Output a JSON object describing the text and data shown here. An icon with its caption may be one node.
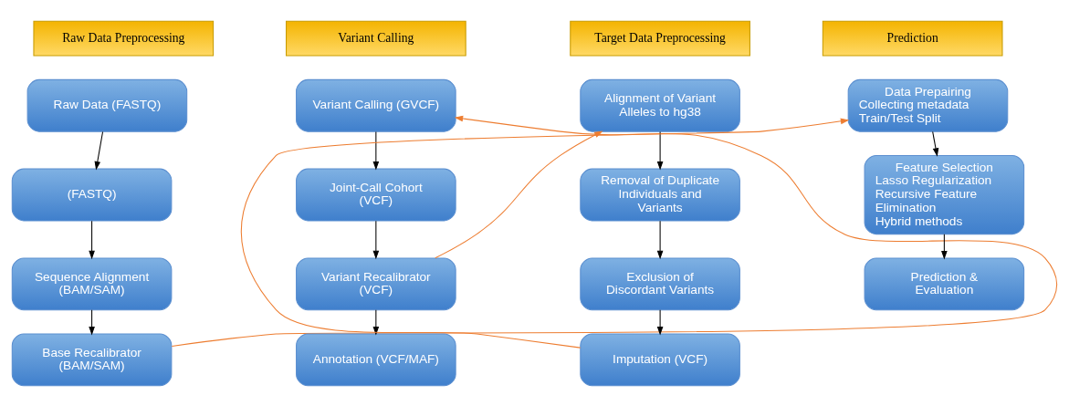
{
  "diagram": {
    "nodes": [
      {
        "text": [
          "Raw Data Preprocessing"
        ]
      },
      {
        "text": [
          "Variant Calling"
        ]
      },
      {
        "text": [
          "Target Data Preprocessing"
        ]
      },
      {
        "text": [
          "Prediction"
        ]
      },
      {
        "text": [
          "Raw Data (FASTQ)"
        ]
      },
      {
        "text": [
          "(FASTQ)"
        ]
      },
      {
        "text": [
          "Sequence Alignment (BAM/SAM)"
        ]
      },
      {
        "text": [
          "Base Recalibrator (BAM/SAM)"
        ]
      },
      {
        "text": [
          "Variant Calling (GVCF)"
        ]
      },
      {
        "text": [
          "Joint-Call Cohort (VCF)"
        ]
      },
      {
        "text": [
          "Variant Recalibrator (VCF)"
        ]
      },
      {
        "text": [
          "Annotation (VCF/MAF)"
        ]
      },
      {
        "text": [
          "Alignment of Variant Alleles to hg38"
        ]
      },
      {
        "text": [
          "Removal of Duplicate Individuals and Variants"
        ]
      },
      {
        "text": [
          "Exclusion of Discordant Variants"
        ]
      },
      {
        "text": [
          "Imputation (VCF)"
        ]
      },
      {
        "text": [
          "Data Prepairing",
          "Collecting metadata",
          "Train/Test Split"
        ]
      },
      {
        "text": [
          "Feature Selection",
          "Lasso Regularization",
          "Recursive Feature Elimination",
          "Hybrid methods"
        ]
      },
      {
        "text": [
          "Prediction & Evaluation"
        ]
      }
    ],
    "edges": [
      {
        "from": 4,
        "to": 5,
        "arrow": "to"
      },
      {
        "from": 5,
        "to": 6,
        "arrow": "to"
      },
      {
        "from": 6,
        "to": 7,
        "arrow": "to"
      },
      {
        "from": 7,
        "to": 8,
        "arrow": "to",
        "color": "#ed7d31"
      },
      {
        "from": 8,
        "to": 9,
        "arrow": "to"
      },
      {
        "from": 9,
        "to": 10,
        "arrow": "to"
      },
      {
        "from": 10,
        "to": 11,
        "arrow": "to"
      },
      {
        "from": 10,
        "to": 12,
        "arrow": "to",
        "color": "#ed7d31"
      },
      {
        "from": 12,
        "to": 13,
        "arrow": "to"
      },
      {
        "from": 13,
        "to": 14,
        "arrow": "to"
      },
      {
        "from": 14,
        "to": 15,
        "arrow": "to"
      },
      {
        "from": 15,
        "to": 16,
        "arrow": "to",
        "color": "#ed7d31"
      },
      {
        "from": 16,
        "to": 17,
        "arrow": "to"
      },
      {
        "from": 17,
        "to": 18,
        "arrow": "to"
      }
    ]
  }
}
